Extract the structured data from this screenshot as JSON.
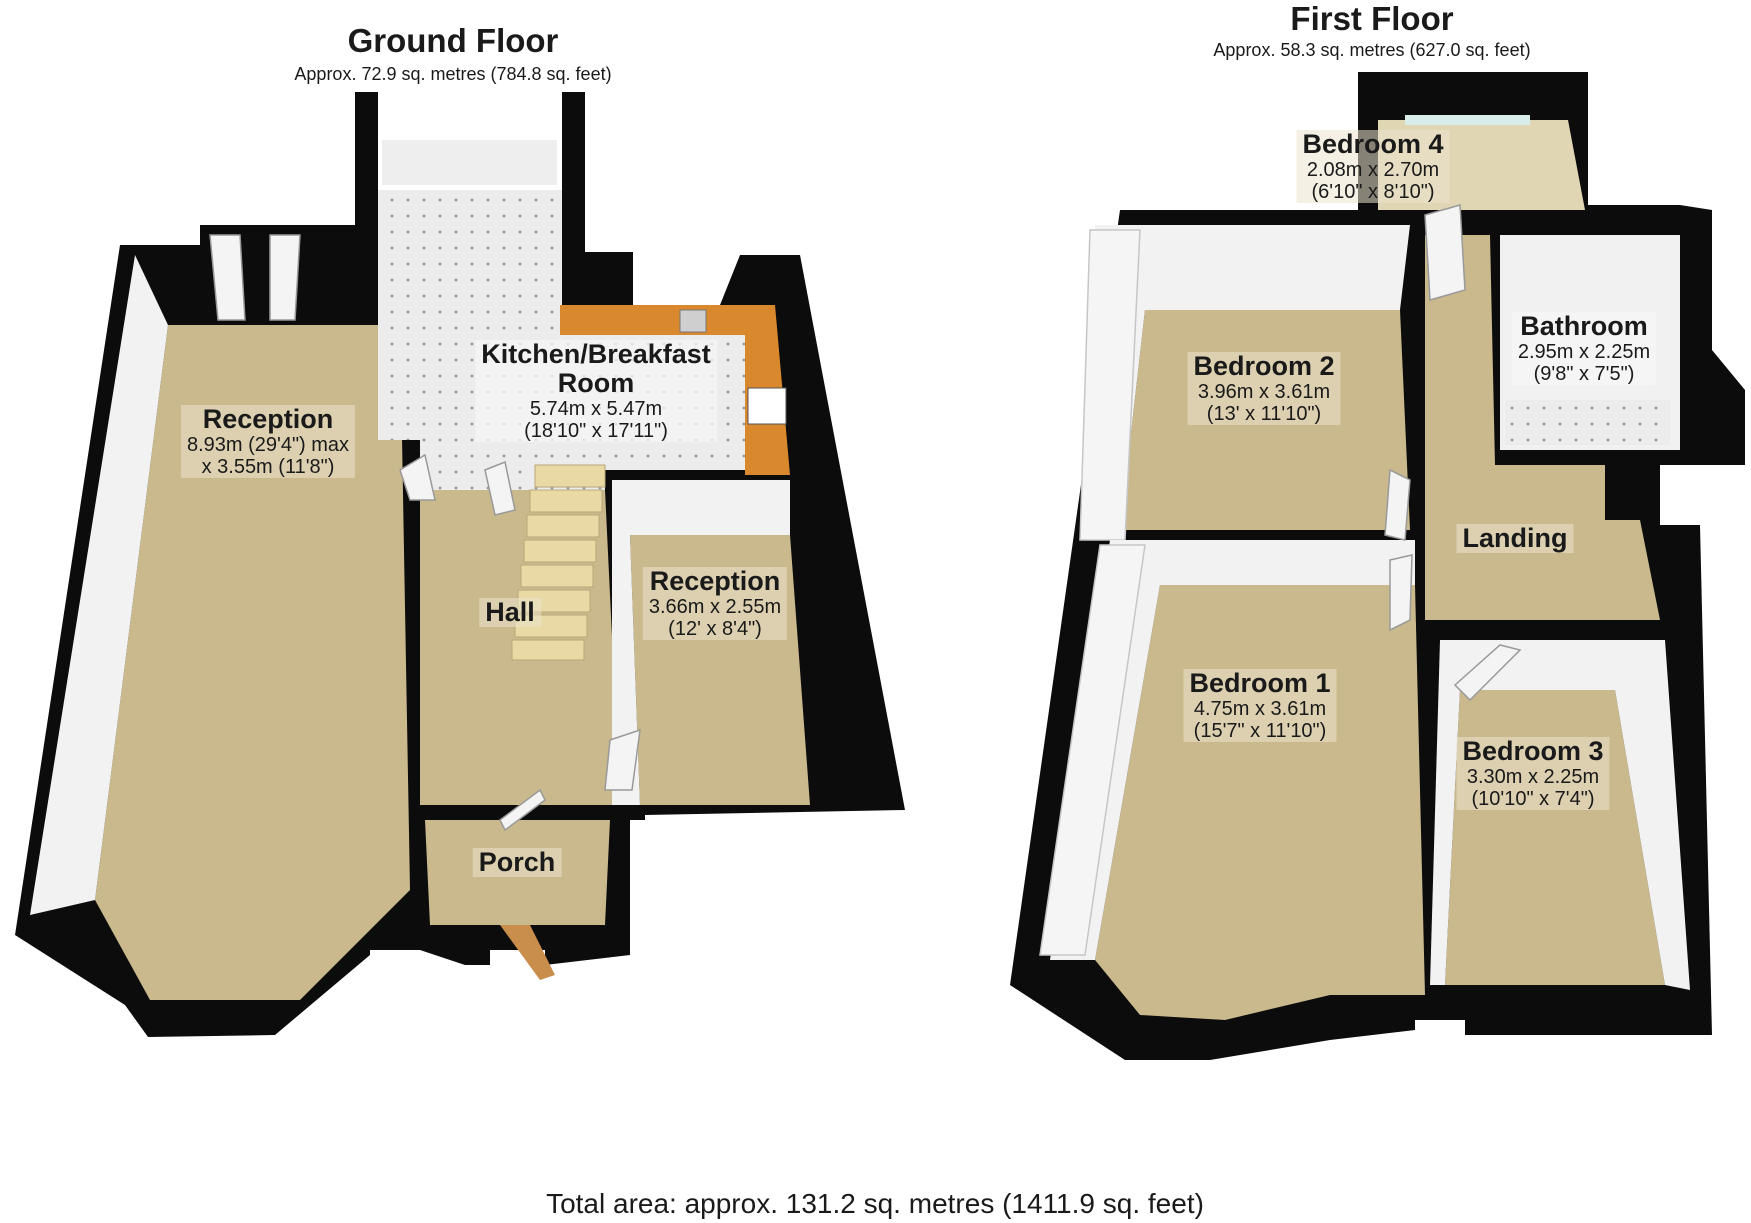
{
  "ground_floor": {
    "title": "Ground Floor",
    "area": "Approx. 72.9 sq. metres (784.8 sq. feet)",
    "rooms": [
      {
        "name": "Reception",
        "dims": [
          "8.93m (29'4\") max",
          "x 3.55m (11'8\")"
        ]
      },
      {
        "name": "Kitchen/Breakfast",
        "dims": [
          "Room",
          "5.74m x 5.47m",
          "(18'10\" x 17'11\")"
        ]
      },
      {
        "name": "Reception",
        "dims": [
          "3.66m x 2.55m",
          "(12' x 8'4\")"
        ]
      },
      {
        "name": "Hall",
        "dims": []
      },
      {
        "name": "Porch",
        "dims": []
      }
    ]
  },
  "first_floor": {
    "title": "First Floor",
    "area": "Approx. 58.3 sq. metres (627.0 sq. feet)",
    "rooms": [
      {
        "name": "Bedroom 4",
        "dims": [
          "2.08m x 2.70m",
          "(6'10\" x 8'10\")"
        ]
      },
      {
        "name": "Bedroom 2",
        "dims": [
          "3.96m x 3.61m",
          "(13' x 11'10\")"
        ]
      },
      {
        "name": "Bathroom",
        "dims": [
          "2.95m x 2.25m",
          "(9'8\" x 7'5\")"
        ]
      },
      {
        "name": "Landing",
        "dims": []
      },
      {
        "name": "Bedroom 1",
        "dims": [
          "4.75m x 3.61m",
          "(15'7\" x 11'10\")"
        ]
      },
      {
        "name": "Bedroom 3",
        "dims": [
          "3.30m x 2.25m",
          "(10'10\" x 7'4\")"
        ]
      }
    ]
  },
  "total_area": "Total area: approx. 131.2 sq. metres (1411.9 sq. feet)",
  "colors": {
    "wall": "#0c0c0c",
    "carpet": "#c9b98c",
    "tile": "#e9e9e9",
    "worktop": "#d9882e",
    "window": "#d8ecea"
  }
}
